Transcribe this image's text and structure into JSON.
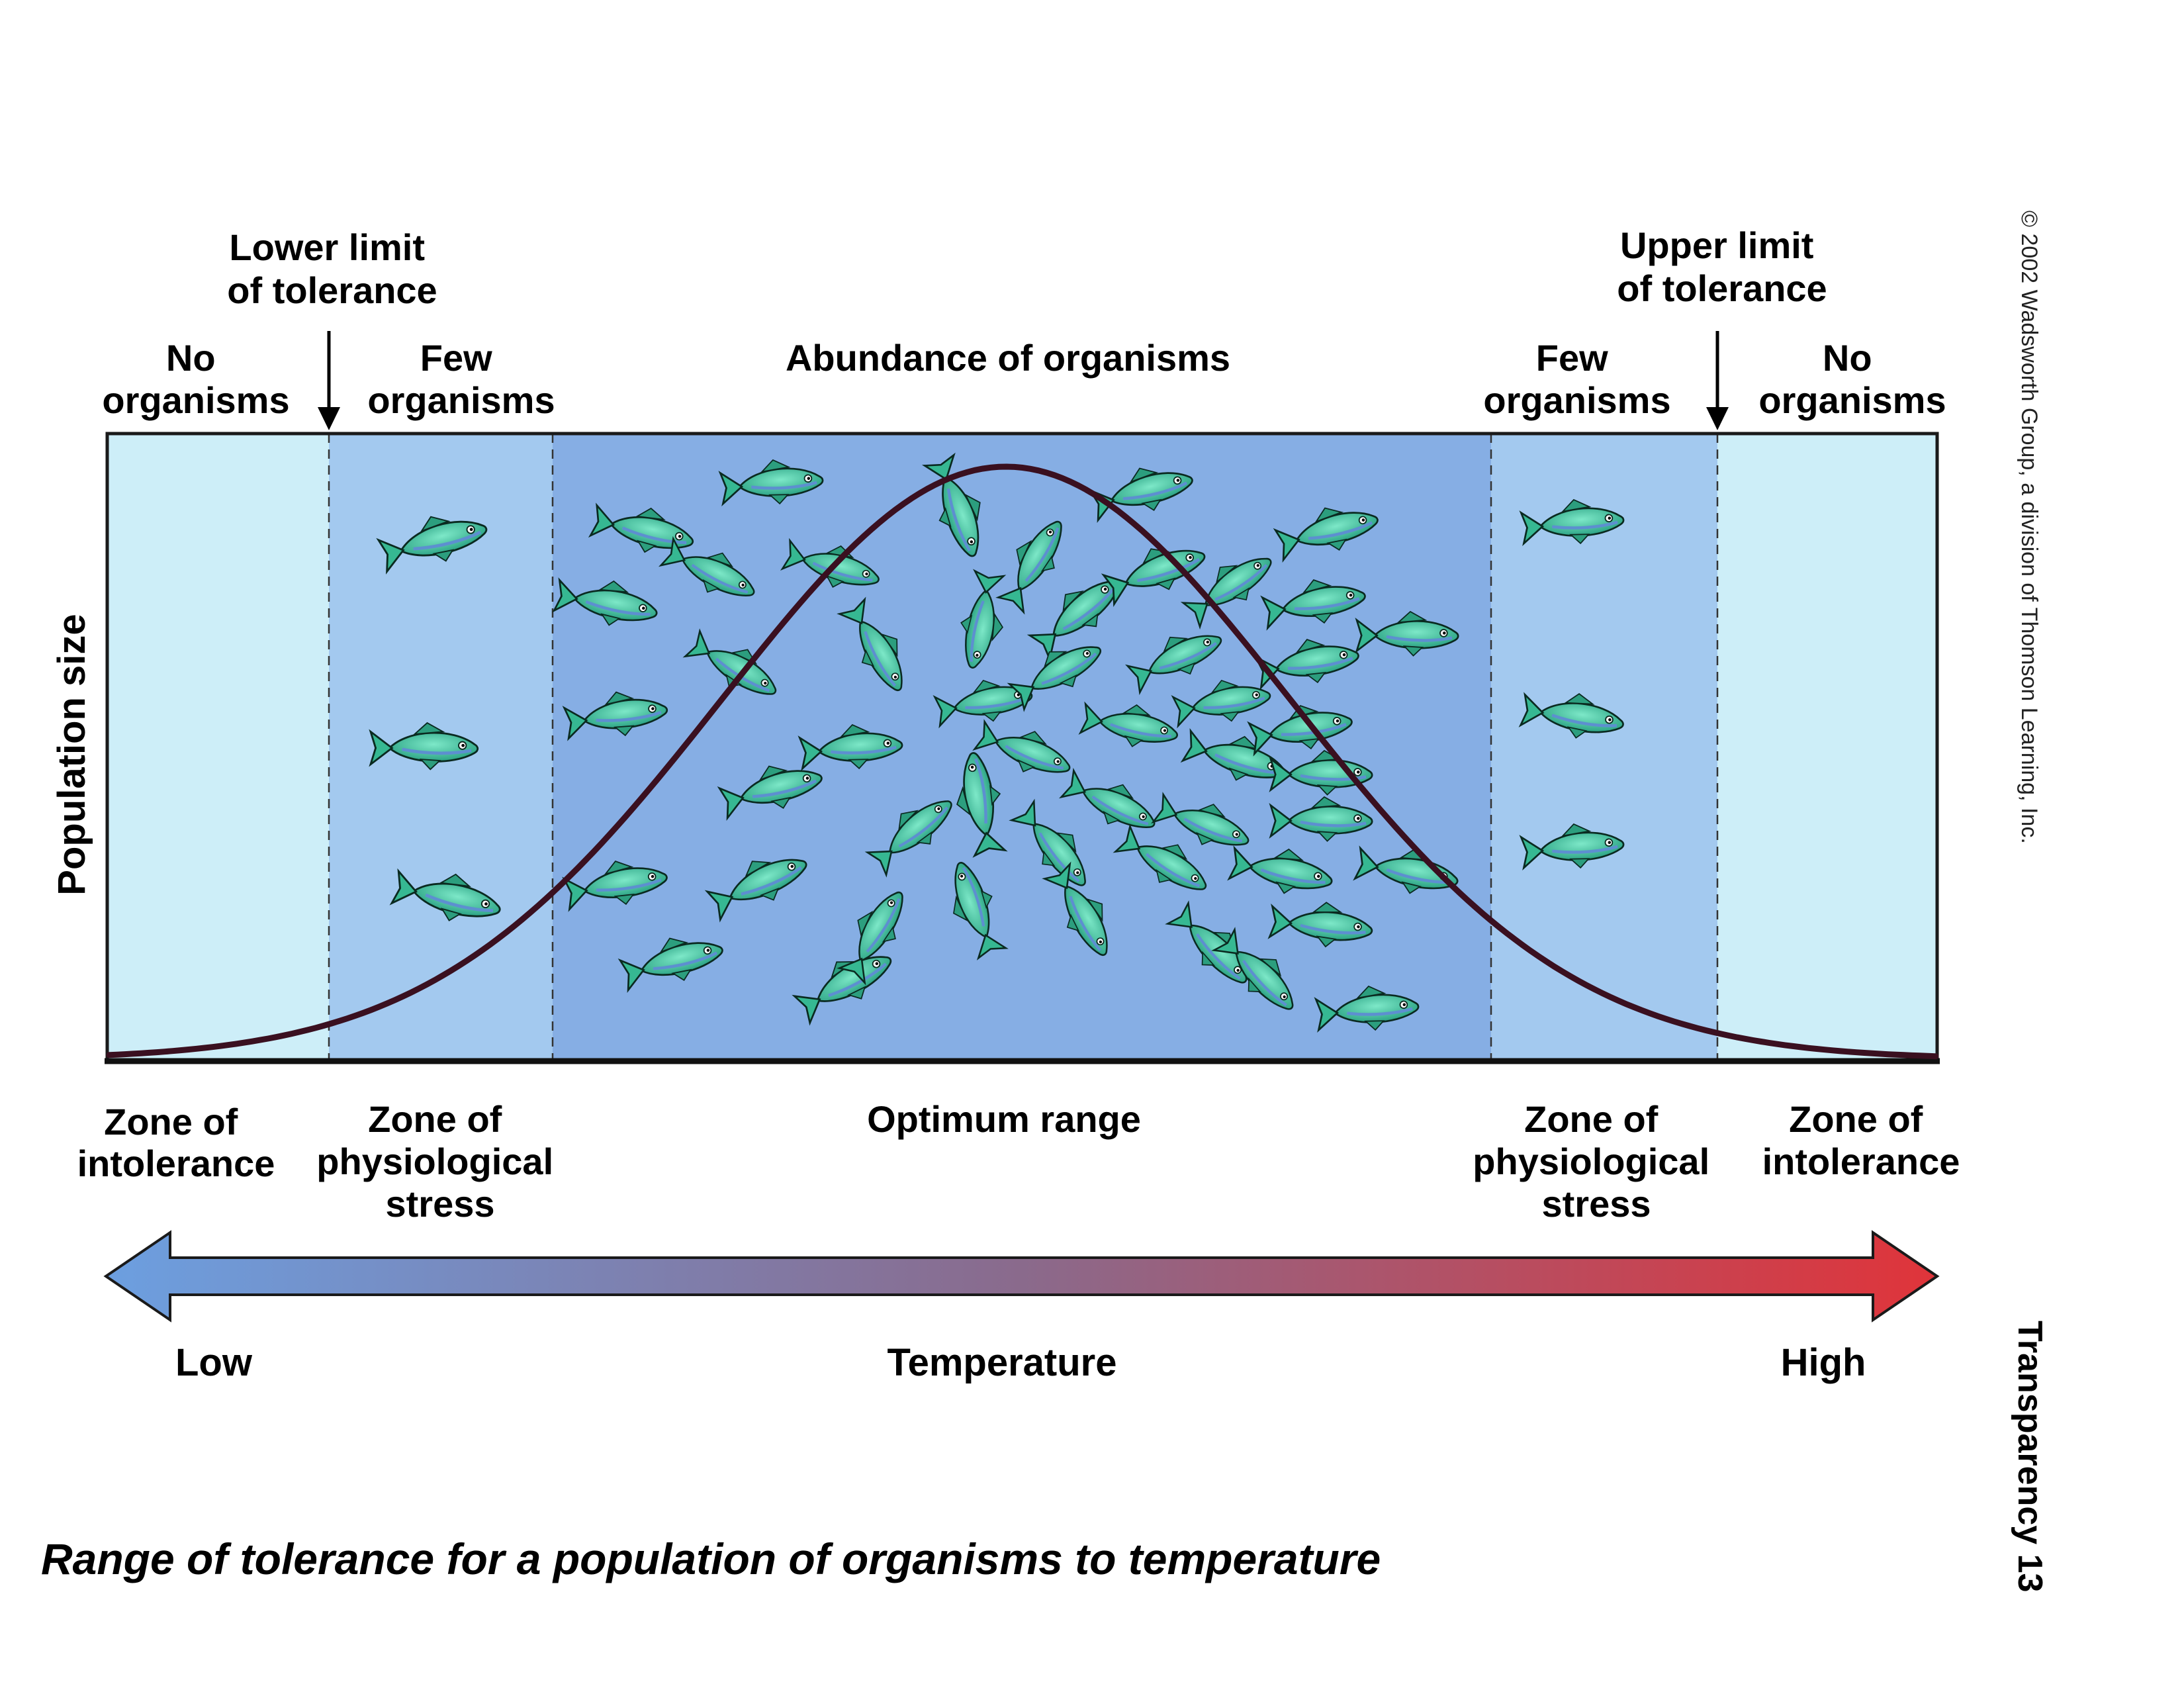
{
  "top_labels": {
    "lower_limit": [
      "Lower limit",
      "of tolerance"
    ],
    "upper_limit": [
      "Upper limit",
      "of tolerance"
    ]
  },
  "population_labels": {
    "left_none": [
      "No",
      "organisms"
    ],
    "left_few": [
      "Few",
      "organisms"
    ],
    "center": "Abundance of organisms",
    "right_few": [
      "Few",
      "organisms"
    ],
    "right_none": [
      "No",
      "organisms"
    ]
  },
  "y_axis_label": "Population size",
  "zone_labels": {
    "left_intolerance": [
      "Zone of",
      "intolerance"
    ],
    "left_stress": [
      "Zone of",
      "physiological",
      "stress"
    ],
    "optimum": "Optimum range",
    "right_stress": [
      "Zone of",
      "physiological",
      "stress"
    ],
    "right_intolerance": [
      "Zone of",
      "intolerance"
    ]
  },
  "temperature_axis": {
    "low": "Low",
    "name": "Temperature",
    "high": "High"
  },
  "caption": "Range of tolerance for a population of organisms to temperature",
  "side_texts": {
    "copyright": "© 2002 Wadsworth Group, a division of Thomson Learning, Inc.",
    "transparency": "Transparency 13"
  },
  "colors": {
    "zone_intolerance": "#cdeef8",
    "zone_stress": "#a3c9ef",
    "zone_optimum": "#86aee4",
    "curve": "#3a1020",
    "fish_body": "#3ec9a2",
    "arrow_low": "#6c9fe0",
    "arrow_high": "#e0343a"
  },
  "icons": [
    "fish-icon",
    "down-arrow-icon",
    "double-arrow-icon"
  ]
}
